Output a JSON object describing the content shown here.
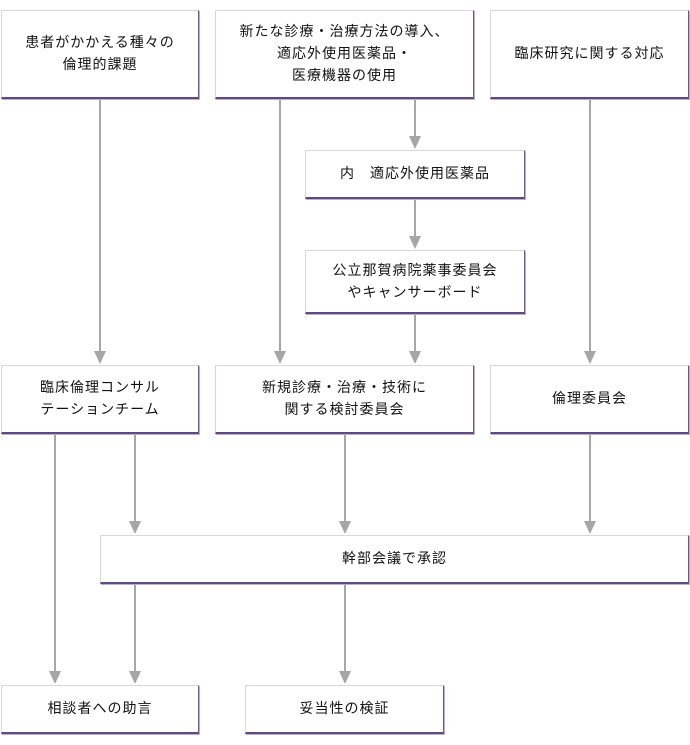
{
  "nodes": {
    "issues": {
      "lines": [
        "患者がかかえる種々の",
        "倫理的課題"
      ]
    },
    "newtx": {
      "lines": [
        "新たな診療・治療方法の導入、",
        "適応外使用医薬品・",
        "医療機器の使用"
      ]
    },
    "research": {
      "lines": [
        "臨床研究に関する対応"
      ]
    },
    "offlabel": {
      "lines": [
        "内　適応外使用医薬品"
      ]
    },
    "pharm": {
      "lines": [
        "公立那賀病院薬事委員会",
        "やキャンサーボード"
      ]
    },
    "consult": {
      "lines": [
        "臨床倫理コンサル",
        "テーションチーム"
      ]
    },
    "review": {
      "lines": [
        "新規診療・治療・技術に",
        "関する検討委員会"
      ]
    },
    "ethics": {
      "lines": [
        "倫理委員会"
      ]
    },
    "exec": {
      "lines": [
        "幹部会議で承認"
      ]
    },
    "advice": {
      "lines": [
        "相談者への助言"
      ]
    },
    "verify": {
      "lines": [
        "妥当性の検証"
      ]
    }
  },
  "edges": [
    {
      "from": "issues",
      "to": "consult"
    },
    {
      "from": "newtx",
      "to": "review"
    },
    {
      "from": "newtx",
      "to": "offlabel"
    },
    {
      "from": "offlabel",
      "to": "pharm"
    },
    {
      "from": "pharm",
      "to": "review"
    },
    {
      "from": "research",
      "to": "ethics"
    },
    {
      "from": "consult",
      "to": "exec"
    },
    {
      "from": "consult",
      "to": "advice"
    },
    {
      "from": "review",
      "to": "exec"
    },
    {
      "from": "ethics",
      "to": "exec"
    },
    {
      "from": "exec",
      "to": "advice"
    },
    {
      "from": "exec",
      "to": "verify"
    }
  ],
  "colors": {
    "connector": "#a6a6a6",
    "box_border": "#5e4a80",
    "text": "#111111"
  }
}
